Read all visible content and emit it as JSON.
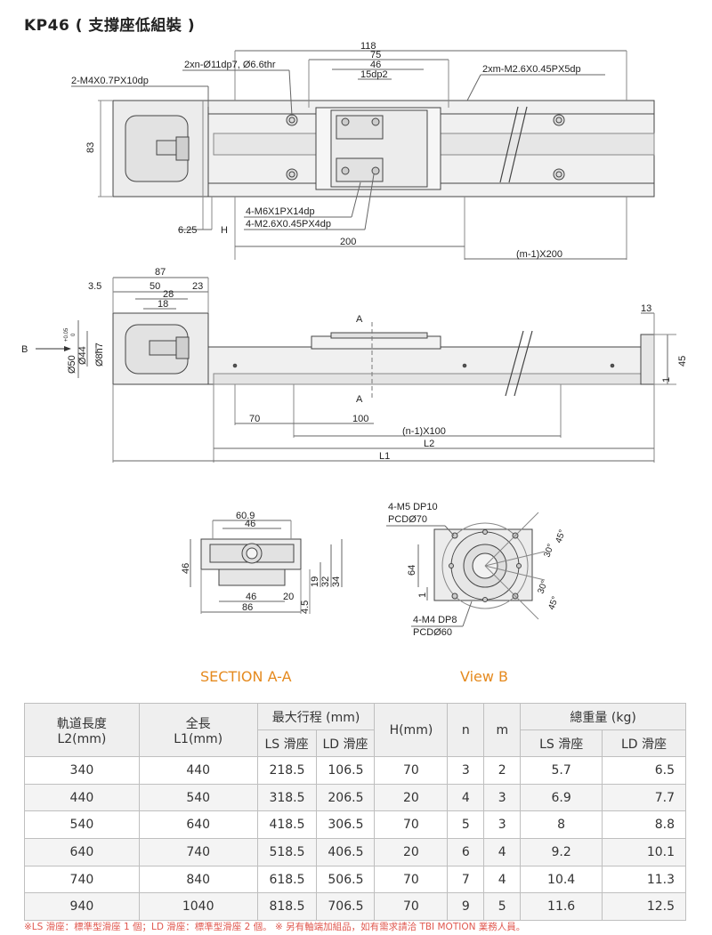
{
  "title": "KP46 ( 支撐座低組裝 )",
  "top_view": {
    "dims": [
      "118",
      "75",
      "46",
      "15dp2",
      "83",
      "6.25",
      "H",
      "200",
      "(m-1)X200"
    ],
    "callouts": [
      "2-M4X0.7PX10dp",
      "2xn-Ø11dp7, Ø6.6thr",
      "2xm-M2.6X0.45PX5dp",
      "4-M6X1PX14dp",
      "4-M2.6X0.45PX4dp"
    ]
  },
  "side_view": {
    "dims": [
      "87",
      "3.5",
      "50",
      "23",
      "28",
      "18",
      "Ø50",
      "+0.05",
      "0",
      "Ø44",
      "Ø8h7",
      "13",
      "45",
      "1",
      "70",
      "100",
      "(n-1)X100",
      "L2",
      "L1"
    ],
    "arrow_label": "B",
    "section_mark": "A"
  },
  "section": {
    "caption": "SECTION A-A",
    "dims": [
      "60.9",
      "46",
      "46",
      "19",
      "32",
      "34",
      "46",
      "20",
      "86",
      "4.5"
    ]
  },
  "view_b": {
    "caption": "View B",
    "dims": [
      "4-M5 DP10",
      "PCDØ70",
      "64",
      "1",
      "4-M4 DP8",
      "PCDØ60",
      "45°",
      "30°",
      "30°",
      "45°"
    ]
  },
  "table": {
    "header": {
      "rail_length": [
        "軌道長度",
        "L2(mm)"
      ],
      "total_length": [
        "全長",
        "L1(mm)"
      ],
      "max_stroke": "最大行程 (mm)",
      "ls": "LS 滑座",
      "ld": "LD 滑座",
      "h": "H(mm)",
      "n": "n",
      "m": "m",
      "weight": "總重量 (kg)",
      "ls2": "LS 滑座",
      "ld2": "LD 滑座"
    },
    "rows": [
      [
        "340",
        "440",
        "218.5",
        "106.5",
        "70",
        "3",
        "2",
        "5.7",
        "6.5"
      ],
      [
        "440",
        "540",
        "318.5",
        "206.5",
        "20",
        "4",
        "3",
        "6.9",
        "7.7"
      ],
      [
        "540",
        "640",
        "418.5",
        "306.5",
        "70",
        "5",
        "3",
        "8",
        "8.8"
      ],
      [
        "640",
        "740",
        "518.5",
        "406.5",
        "20",
        "6",
        "4",
        "9.2",
        "10.1"
      ],
      [
        "740",
        "840",
        "618.5",
        "506.5",
        "70",
        "7",
        "4",
        "10.4",
        "11.3"
      ],
      [
        "940",
        "1040",
        "818.5",
        "706.5",
        "70",
        "9",
        "5",
        "11.6",
        "12.5"
      ]
    ]
  },
  "note": "※LS 滑座：標準型滑座 1 個；LD 滑座：標準型滑座 2 個。 ※ 另有軸端加組品，如有需求請洽 TBI MOTION 業務人員。",
  "colors": {
    "caption": "#e58a1f",
    "note": "#e0584f",
    "header_bg": "#efefef"
  }
}
